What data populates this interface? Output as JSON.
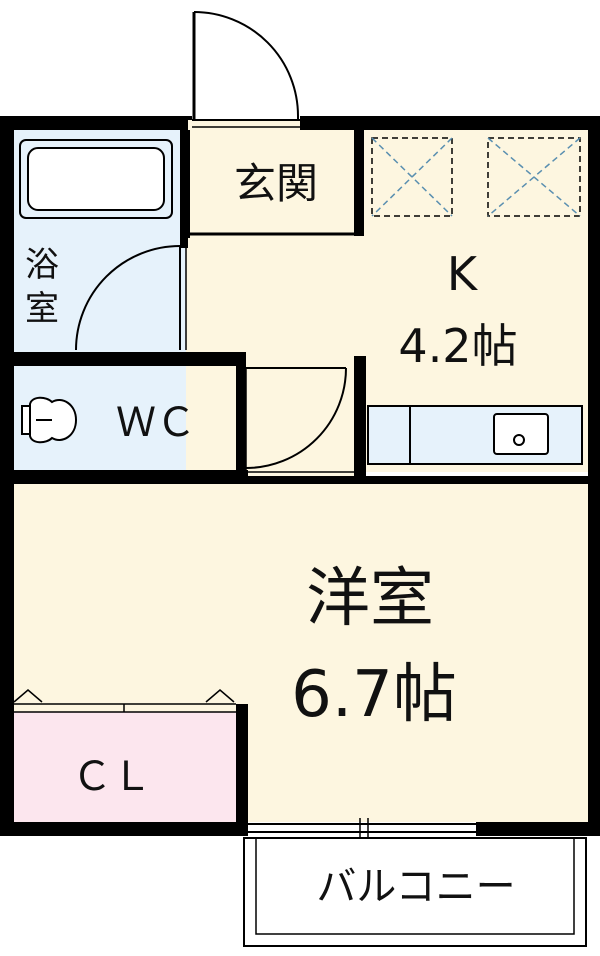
{
  "floorplan": {
    "rooms": {
      "entrance": {
        "name": "玄関"
      },
      "bathroom": {
        "name_line1": "浴",
        "name_line2": "室"
      },
      "toilet": {
        "name": "ＷＣ"
      },
      "kitchen": {
        "name": "K",
        "size": "4.2帖"
      },
      "western_room": {
        "name": "洋室",
        "size": "6.7帖"
      },
      "closet": {
        "name": "ＣＬ"
      },
      "balcony": {
        "name": "バルコニー"
      }
    },
    "colors": {
      "wall": "#000000",
      "room_cream": "#fdf6e0",
      "wet_area_blue": "#e6f2fb",
      "closet_pink": "#fce6ee",
      "fixture_outline": "#5a8fb0",
      "exterior": "#ffffff"
    },
    "icons": {
      "door_swing": "door-swing-icon",
      "bathtub": "bathtub-icon",
      "toilet": "toilet-icon",
      "kitchen_counter": "kitchen-counter-icon",
      "sink": "sink-icon",
      "ceiling_storage": "ceiling-storage-icon",
      "sliding_window": "sliding-window-icon"
    }
  }
}
